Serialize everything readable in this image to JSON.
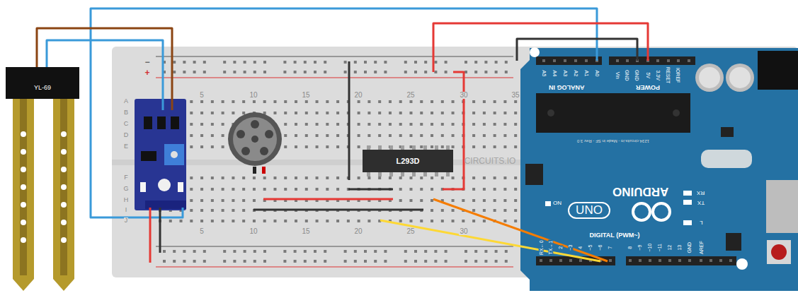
{
  "diagram": {
    "nodes": [
      {
        "text": [
          "YL-69"
        ]
      },
      {
        "text": [
          "L293D"
        ]
      },
      {
        "text": [
          "ARDUINO",
          "UNO"
        ]
      }
    ],
    "labels": [
      "5",
      "10",
      "15",
      "20",
      "25",
      "30",
      "35",
      "A",
      "B",
      "C",
      "D",
      "E",
      "F",
      "G",
      "H",
      "I",
      "J",
      "5",
      "10",
      "15",
      "20",
      "25",
      "30",
      "−",
      "+",
      "CIRCUITS.IO",
      "A5",
      "A4",
      "A3",
      "A2",
      "A1",
      "A0",
      "ANALOG IN",
      "Vin",
      "GND",
      "GND",
      "5V",
      "3.3V",
      "RESET",
      "IOREF",
      "POWER",
      "1234.circuits.io - Made in SF - Rev 3.0",
      "ON",
      "TX",
      "RX",
      "L",
      "DIGITAL (PWM~)",
      "RX←0",
      "TX→1",
      "2",
      "~3",
      "4",
      "~5",
      "~6",
      "7",
      "8",
      "~9",
      "~10",
      "~11",
      "12",
      "13",
      "GND",
      "AREF"
    ]
  }
}
